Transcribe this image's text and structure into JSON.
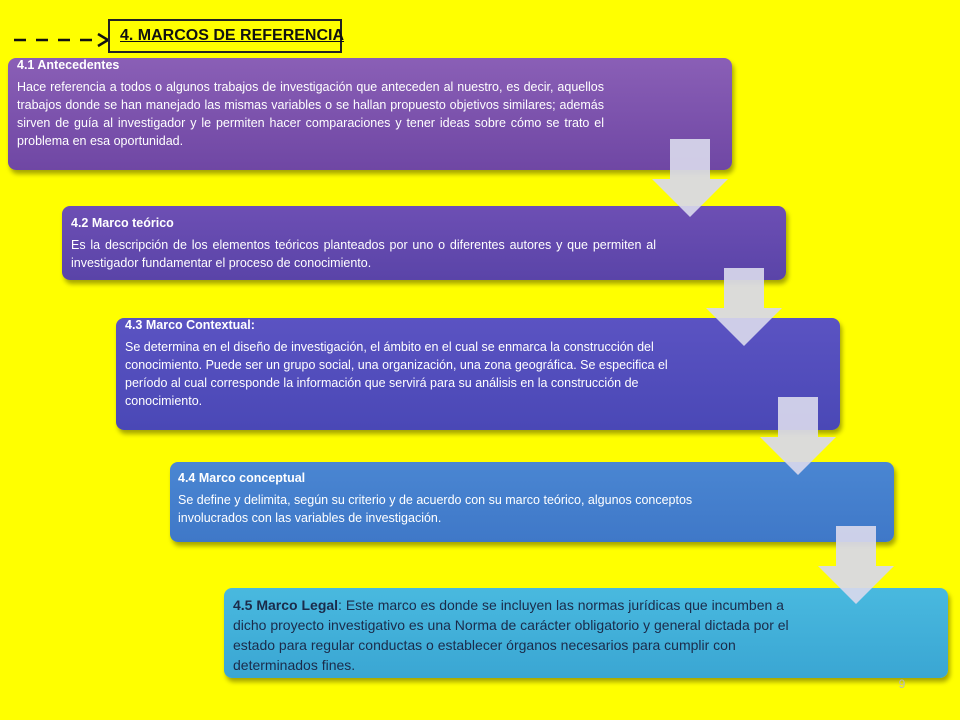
{
  "title": "4. MARCOS DE REFERENCIA",
  "sections": [
    {
      "heading": "4.1 Antecedentes",
      "text": "Hace referencia a todos  o algunos trabajos de investigación que anteceden al nuestro, es decir, aquellos trabajos donde se han manejado las mismas variables o se hallan propuesto objetivos similares; además sirven de guía al investigador y le permiten hacer comparaciones y tener ideas sobre cómo se trato el problema en esa oportunidad."
    },
    {
      "heading": "4.2 Marco teórico",
      "text": "Es la descripción de los elementos teóricos planteados por uno o diferentes autores y que permiten al investigador fundamentar el proceso de conocimiento."
    },
    {
      "heading": "4.3 Marco Contextual:",
      "text": "Se determina en el diseño de investigación, el ámbito en el cual se enmarca la construcción del conocimiento. Puede ser un grupo social, una organización, una zona geográfica. Se especifica el período al cual corresponde la información que servirá para su análisis en la construcción de conocimiento."
    },
    {
      "heading": "4.4 Marco conceptual",
      "text": "Se define y delimita, según su criterio y de acuerdo con su marco teórico, algunos conceptos involucrados con las variables de investigación."
    },
    {
      "heading": "4.5 Marco Legal",
      "text": ": Este marco es donde  se incluyen las normas jurídicas que incumben a dicho proyecto investigativo es una Norma de carácter obligatorio y general dictada por el estado para regular conductas o establecer órganos necesarios para cumplir con determinados fines."
    }
  ],
  "page_number": "9",
  "colors": {
    "background": "#ffff00",
    "box1": "#7b52ad",
    "box2": "#6449ae",
    "box3": "#524dbd",
    "box4": "#4480cd",
    "box5": "#41b0da",
    "arrow": "#d8d8ec"
  },
  "icons": [
    "dashed-arrow-icon",
    "down-arrow-icon"
  ]
}
